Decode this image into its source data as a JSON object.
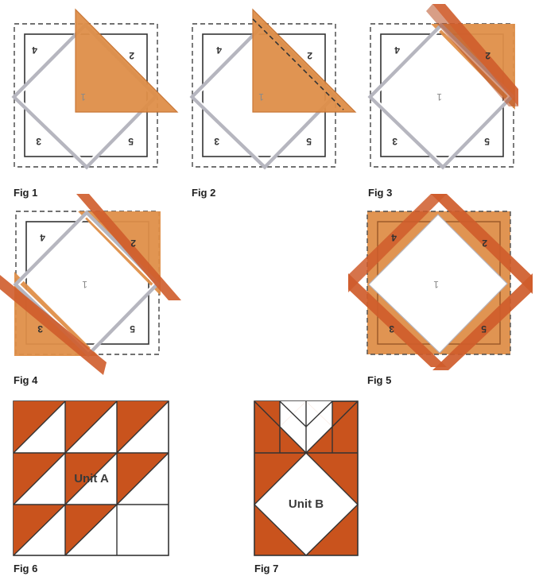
{
  "colors": {
    "fabric_light": "#df8f49",
    "fabric_strip": "#cf5c2b",
    "fabric_solid": "#c9531d",
    "outline": "#222222",
    "diamond": "#a9a9b2",
    "unit_label": "#333333"
  },
  "figures": {
    "fig1": {
      "caption": "Fig 1"
    },
    "fig2": {
      "caption": "Fig 2"
    },
    "fig3": {
      "caption": "Fig 3"
    },
    "fig4": {
      "caption": "Fig 4"
    },
    "fig5": {
      "caption": "Fig 5"
    },
    "fig6": {
      "caption": "Fig 6",
      "unit_label": "Unit A"
    },
    "fig7": {
      "caption": "Fig 7",
      "unit_label": "Unit B"
    }
  },
  "section_numbers": [
    "1",
    "2",
    "3",
    "4",
    "5"
  ]
}
